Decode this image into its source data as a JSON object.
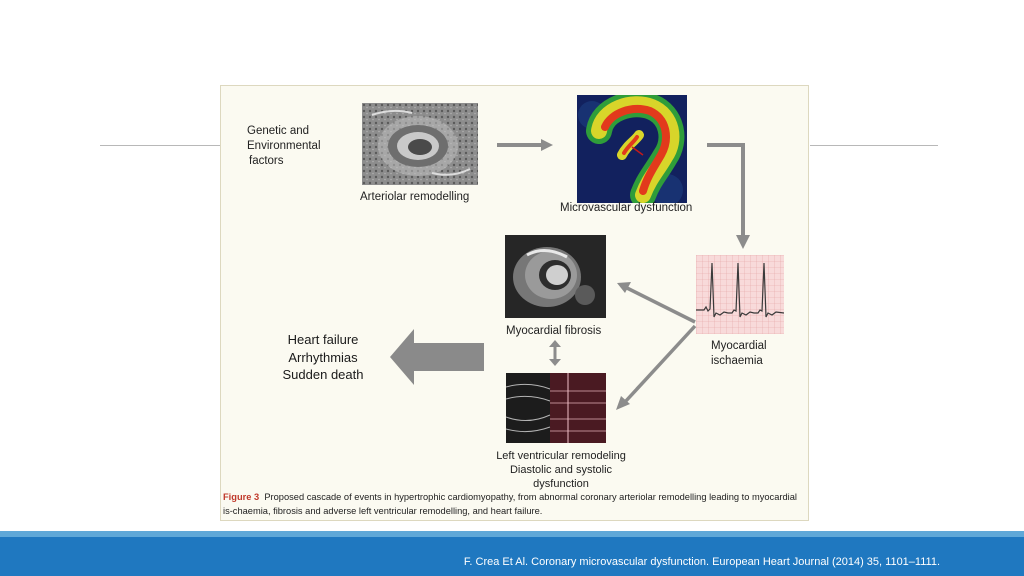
{
  "diagram": {
    "genetic_factors": [
      "Genetic and",
      "Environmental",
      "factors"
    ],
    "arteriolar_label": "Arteriolar  remodelling",
    "microvascular_label": "Microvascular  dysfunction",
    "fibrosis_label": "Myocardial  fibrosis",
    "ischaemia_label": [
      "Myocardial",
      "ischaemia"
    ],
    "lv_label": [
      "Left  ventricular  remodeling",
      "Diastolic  and  systolic  dysfunction"
    ],
    "outcomes": [
      "Heart  failure",
      "Arrhythmias",
      "Sudden  death"
    ]
  },
  "caption": {
    "figure_ref": "Figure 3",
    "text": "Proposed cascade of events in hypertrophic cardiomyopathy, from abnormal coronary arteriolar remodelling leading to myocardial is-chaemia, fibrosis and adverse left ventricular remodelling, and heart failure."
  },
  "footer": {
    "citation": "F. Crea Et Al. Coronary microvascular dysfunction.  European Heart Journal (2014) 35, 1101–1111."
  },
  "colors": {
    "footer_bg": "#1f78c0",
    "arrow": "#8c8c8c",
    "figure_ref": "#c0392b"
  }
}
